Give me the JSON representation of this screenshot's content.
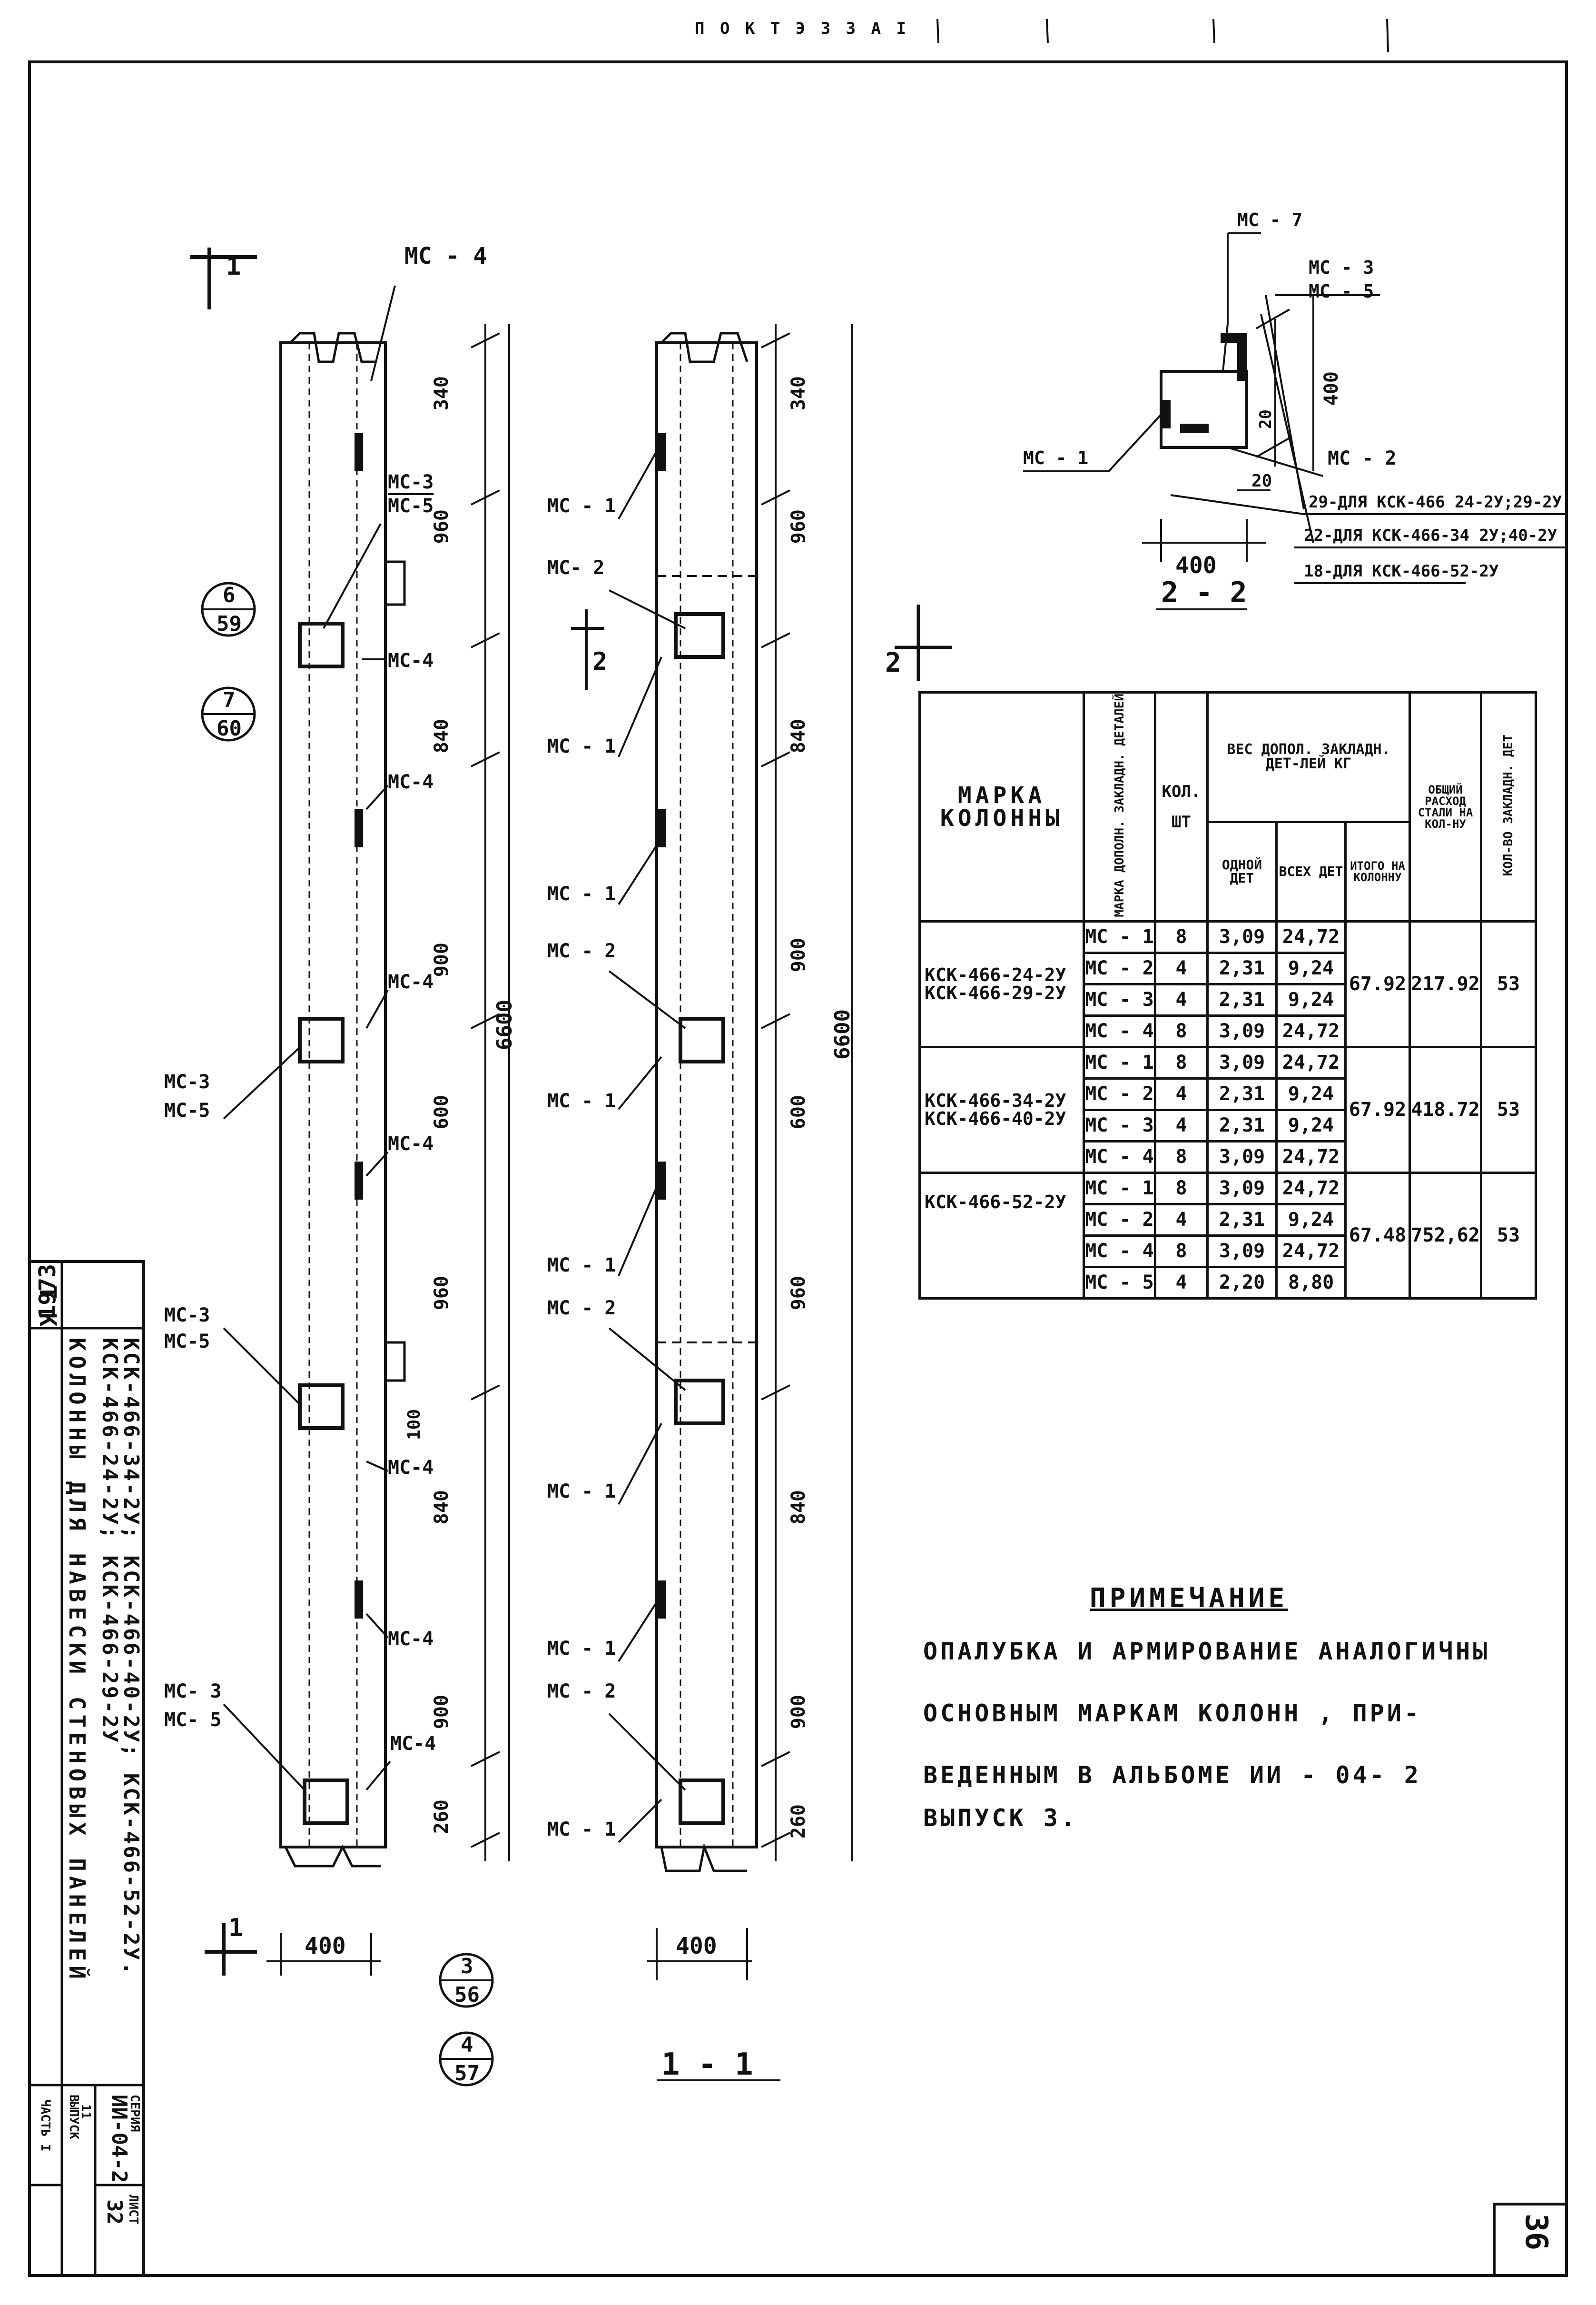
{
  "top_stamp": "П О К Т Э З 3 А І",
  "sheet_number": "36",
  "title_block": {
    "org": "Т К",
    "year": "1973",
    "title_line1": "КОЛОННЫ ДЛЯ НАВЕСКИ СТЕНОВЫХ ПАНЕЛЕЙ",
    "title_line2": "КСК-466-24-2У; КСК-466-29-2У",
    "title_line3": "КСК-466-34-2У; КСК-466-40-2У; КСК-466-52-2У.",
    "series_label": "СЕРИЯ",
    "series_value": "ИИ-04-2",
    "issue_label": "ВЫПУСК",
    "issue_value": "11",
    "part_label": "ЧАСТЬ I",
    "sheet_label": "ЛИСТ",
    "sheet_value": "32"
  },
  "view_left": {
    "section_mark": "1",
    "labels": {
      "mg4_top": "МС - 4",
      "mg3": "МС-3",
      "mg5": "МС-5",
      "mg4_a": "МС-4",
      "mg4_b": "МС-4",
      "mg4_c": "МС-4",
      "mg4_d": "МС-4",
      "mg4_e": "МС-4",
      "mg4_f": "МС-4",
      "mg4_g": "МС-4",
      "mg3_b": "МС-3",
      "mg5_b": "МС-5",
      "mg3_c": "МС-3",
      "mg5_c": "МС-5",
      "mg3_d": "МС- 3",
      "mg5_d": "МС- 5"
    },
    "dims": [
      "340",
      "960",
      "840",
      "900",
      "600",
      "960",
      "840",
      "900",
      "260"
    ],
    "total": "6600",
    "small_dim": "100",
    "width": "400",
    "refs": [
      {
        "num": "6",
        "den": "59"
      },
      {
        "num": "7",
        "den": "60"
      },
      {
        "num": "3",
        "den": "56"
      },
      {
        "num": "4",
        "den": "57"
      }
    ]
  },
  "view_right": {
    "section_mark": "2",
    "labels": [
      "МС - 1",
      "МС- 2",
      "МС - 1",
      "МС - 1",
      "МС - 2",
      "МС - 1",
      "МС - 1",
      "МС - 2",
      "МС - 1",
      "МС - 1",
      "МС - 2",
      "МС - 1"
    ],
    "dims": [
      "340",
      "960",
      "840",
      "900",
      "600",
      "960",
      "840",
      "900",
      "260"
    ],
    "total": "6600",
    "width": "400",
    "caption": "1 - 1"
  },
  "section_22": {
    "caption": "2 - 2",
    "labels": {
      "mg7": "МС - 7",
      "mg3": "МС - 3",
      "mg5": "МС - 5",
      "mg1": "МС - 1",
      "mg2": "МС - 2"
    },
    "dim_400_v": "400",
    "dim_20_v": "20",
    "dim_20_h": "20",
    "dim_400_h": "400",
    "notes": [
      "29-ДЛЯ КСК-466 24-2У;29-2У",
      "22-ДЛЯ КСК-466-34 2У;40-2У",
      "18-ДЛЯ КСК-466-52-2У"
    ]
  },
  "table": {
    "headers": {
      "brand": "МАРКА КОЛОННЫ",
      "part": "МАРКА ДОПОЛН. ЗАКЛАДН. ДЕТАЛЕЙ",
      "qty": "КОЛ.",
      "qty_unit": "ШТ",
      "weight": "ВЕС ДОПОЛ. ЗАКЛАДН. ДЕТ-ЛЕЙ КГ",
      "one": "ОДНОЙ ДЕТ",
      "all": "ВСЕХ ДЕТ",
      "total_col": "ИТОГО НА КОЛОННУ",
      "steel": "ОБЩИЙ РАСХОД СТАЛИ НА КОЛ-НУ",
      "count": "КОЛ-ВО ЗАКЛАДН. ДЕТ"
    },
    "groups": [
      {
        "brand": "КСК-466-24-2У КСК-466-29-2У",
        "total": "67.92",
        "steel": "217.92",
        "count": "53",
        "rows": [
          {
            "part": "МС - 1",
            "qty": "8",
            "one": "3,09",
            "all": "24,72"
          },
          {
            "part": "МС - 2",
            "qty": "4",
            "one": "2,31",
            "all": "9,24"
          },
          {
            "part": "МС - 3",
            "qty": "4",
            "one": "2,31",
            "all": "9,24"
          },
          {
            "part": "МС - 4",
            "qty": "8",
            "one": "3,09",
            "all": "24,72"
          }
        ]
      },
      {
        "brand": "КСК-466-34-2У КСК-466-40-2У",
        "total": "67.92",
        "steel": "418.72",
        "count": "53",
        "rows": [
          {
            "part": "МС - 1",
            "qty": "8",
            "one": "3,09",
            "all": "24,72"
          },
          {
            "part": "МС - 2",
            "qty": "4",
            "one": "2,31",
            "all": "9,24"
          },
          {
            "part": "МС - 3",
            "qty": "4",
            "one": "2,31",
            "all": "9,24"
          },
          {
            "part": "МС - 4",
            "qty": "8",
            "one": "3,09",
            "all": "24,72"
          }
        ]
      },
      {
        "brand": "КСК-466-52-2У",
        "total": "67.48",
        "steel": "752,62",
        "count": "53",
        "rows": [
          {
            "part": "МС - 1",
            "qty": "8",
            "one": "3,09",
            "all": "24,72"
          },
          {
            "part": "МС - 2",
            "qty": "4",
            "one": "2,31",
            "all": "9,24"
          },
          {
            "part": "МС - 4",
            "qty": "8",
            "one": "3,09",
            "all": "24,72"
          },
          {
            "part": "МС - 5",
            "qty": "4",
            "one": "2,20",
            "all": "8,80"
          }
        ]
      }
    ]
  },
  "note": {
    "heading": "ПРИМЕЧАНИЕ",
    "lines": [
      "ОПАЛУБКА И АРМИРОВАНИЕ АНАЛОГИЧНЫ",
      "ОСНОВНЫМ МАРКАМ КОЛОНН , ПРИ-",
      "ВЕДЕННЫМ В АЛЬБОМЕ ИИ - 04- 2",
      "ВЫПУСК 3."
    ]
  }
}
